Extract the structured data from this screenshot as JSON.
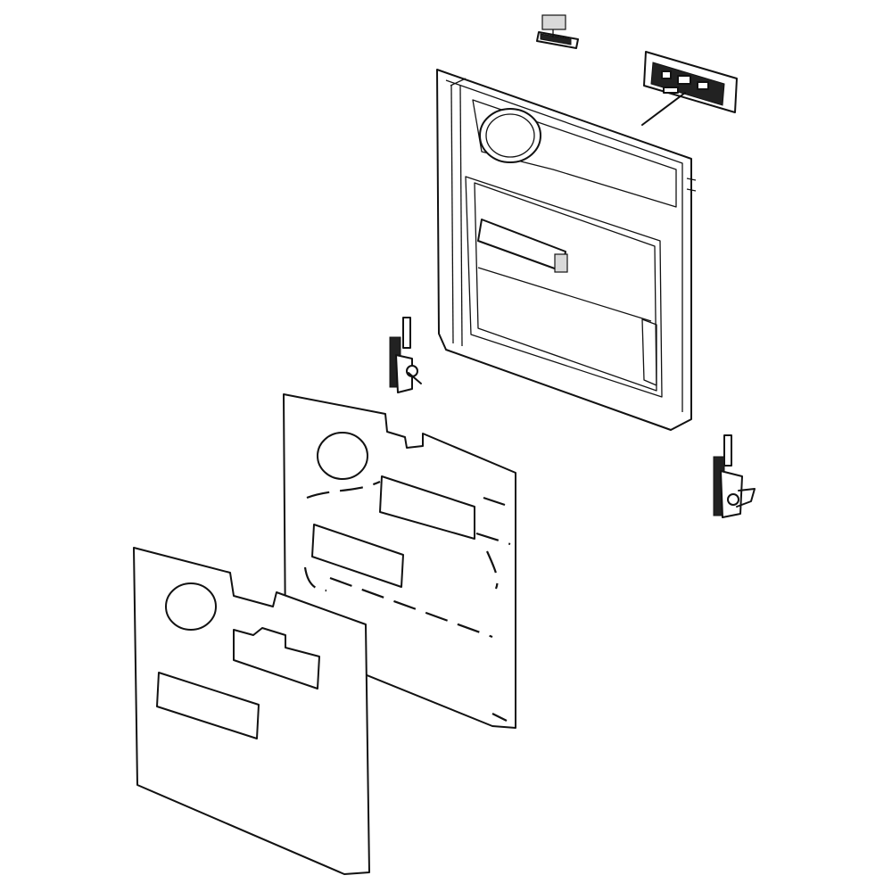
{
  "diagram": {
    "type": "exploded-parts-view",
    "colors": {
      "line": "#111111",
      "background": "#ffffff",
      "shade": "#d9d9d9"
    },
    "parts": [
      {
        "id": "small-clip",
        "icon": "clip-icon"
      },
      {
        "id": "control-board",
        "icon": "control-board-icon"
      },
      {
        "id": "inner-door-panel",
        "icon": "door-panel-icon"
      },
      {
        "id": "hinge-left",
        "icon": "hinge-icon"
      },
      {
        "id": "hinge-right",
        "icon": "hinge-icon"
      },
      {
        "id": "insulation-middle",
        "icon": "insulation-icon"
      },
      {
        "id": "outer-panel-front",
        "icon": "outer-panel-icon"
      }
    ]
  }
}
